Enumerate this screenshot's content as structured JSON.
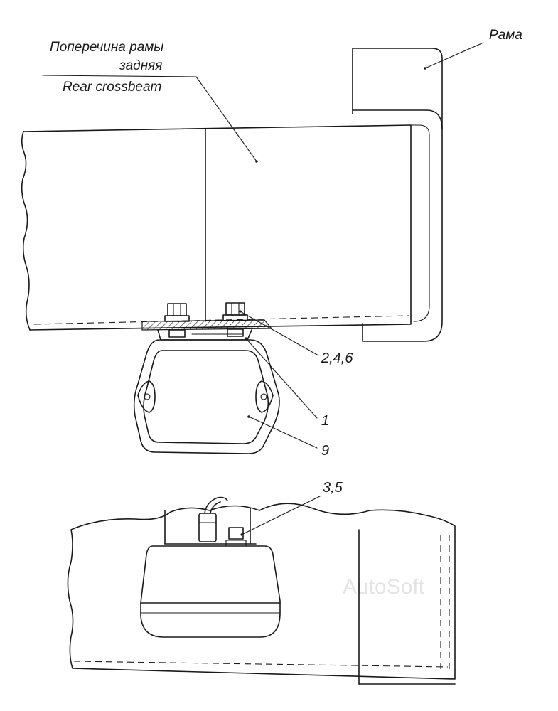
{
  "labels": {
    "crossbeam_ru_line1": "Поперечина рамы",
    "crossbeam_ru_line2": "задняя",
    "crossbeam_en": "Rear crossbeam",
    "frame_ru": "Рама"
  },
  "callouts": {
    "fasteners_top": "2,4,6",
    "bracket": "1",
    "lamp": "9",
    "fasteners_bottom": "3,5"
  },
  "watermark": "AutoSoft"
}
